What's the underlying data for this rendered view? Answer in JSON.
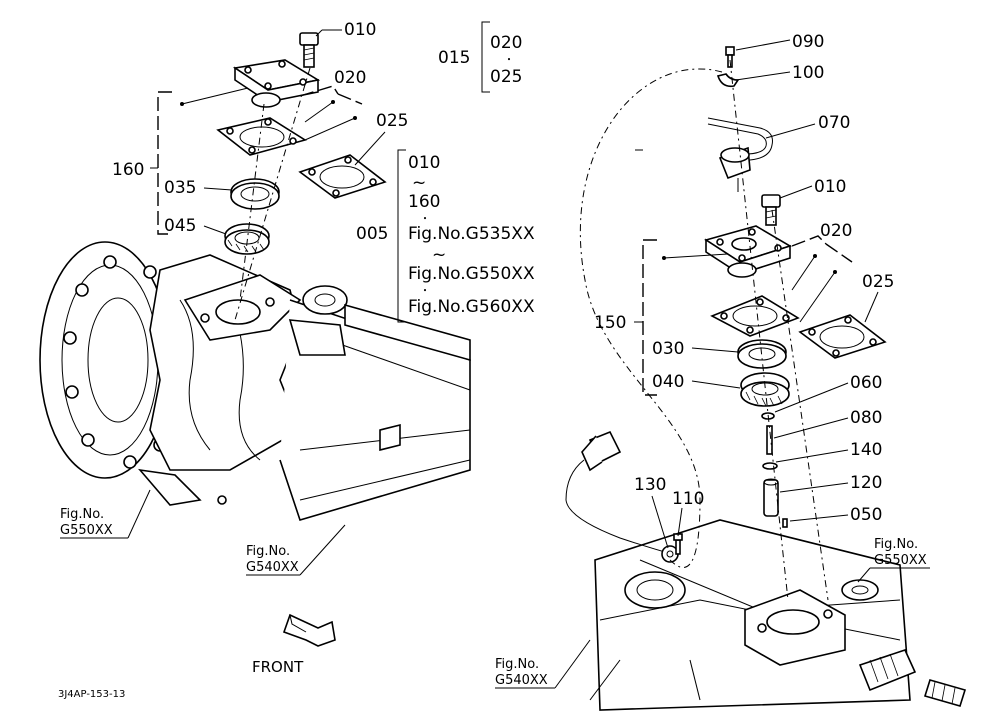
{
  "figure": {
    "code": "3J4AP-153-13",
    "front_label": "FRONT"
  },
  "callouts": {
    "c010_top": "010",
    "c020_left": "020",
    "c025_left": "025",
    "c160": "160",
    "c035": "035",
    "c045": "045",
    "c005": "005",
    "c015": "015",
    "c090": "090",
    "c100": "100",
    "c070": "070",
    "c010_right": "010",
    "c020_right": "020",
    "c025_right": "025",
    "c150": "150",
    "c030": "030",
    "c040": "040",
    "c060": "060",
    "c080": "080",
    "c140": "140",
    "c120": "120",
    "c050": "050",
    "c130": "130",
    "c110": "110"
  },
  "group_015": {
    "from": "020",
    "sep": "・",
    "to": "025"
  },
  "group_005": {
    "from": "010",
    "tilde1": "~",
    "to": "160",
    "dot": "・",
    "fig_a": "Fig.No.G535XX",
    "tilde2": "~",
    "fig_b": "Fig.No.G550XX",
    "dot2": "・",
    "fig_c": "Fig.No.G560XX"
  },
  "fig_refs": {
    "left_g550_l1": "Fig.No.",
    "left_g550_l2": "G550XX",
    "left_g540_l1": "Fig.No.",
    "left_g540_l2": "G540XX",
    "right_g550_l1": "Fig.No.",
    "right_g550_l2": "G550XX",
    "right_g540_l1": "Fig.No.",
    "right_g540_l2": "G540XX"
  }
}
